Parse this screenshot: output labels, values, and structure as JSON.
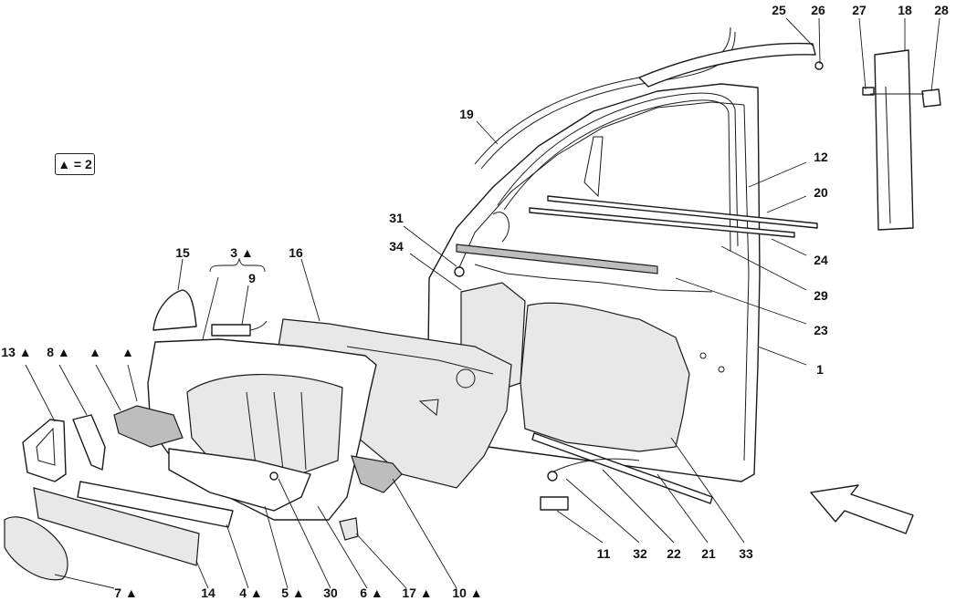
{
  "legend": {
    "text": "▲ = 2"
  },
  "callouts": [
    {
      "id": "c25",
      "text": "25"
    },
    {
      "id": "c26",
      "text": "26"
    },
    {
      "id": "c27",
      "text": "27"
    },
    {
      "id": "c18",
      "text": "18"
    },
    {
      "id": "c28",
      "text": "28"
    },
    {
      "id": "c19",
      "text": "19"
    },
    {
      "id": "c12",
      "text": "12"
    },
    {
      "id": "c20",
      "text": "20"
    },
    {
      "id": "c24",
      "text": "24"
    },
    {
      "id": "c31",
      "text": "31"
    },
    {
      "id": "c34",
      "text": "34"
    },
    {
      "id": "c29",
      "text": "29"
    },
    {
      "id": "c23",
      "text": "23"
    },
    {
      "id": "c1",
      "text": "1"
    },
    {
      "id": "c15",
      "text": "15"
    },
    {
      "id": "c3",
      "text": "3 ▲"
    },
    {
      "id": "c9",
      "text": "9"
    },
    {
      "id": "c16",
      "text": "16"
    },
    {
      "id": "c13",
      "text": "13 ▲"
    },
    {
      "id": "c8",
      "text": "8 ▲"
    },
    {
      "id": "ctri1",
      "text": "▲"
    },
    {
      "id": "ctri2",
      "text": "▲"
    },
    {
      "id": "c11",
      "text": "11"
    },
    {
      "id": "c32",
      "text": "32"
    },
    {
      "id": "c22",
      "text": "22"
    },
    {
      "id": "c21",
      "text": "21"
    },
    {
      "id": "c33",
      "text": "33"
    },
    {
      "id": "c7",
      "text": "7 ▲"
    },
    {
      "id": "c14",
      "text": "14"
    },
    {
      "id": "c4",
      "text": "4 ▲"
    },
    {
      "id": "c5",
      "text": "5 ▲"
    },
    {
      "id": "c30",
      "text": "30"
    },
    {
      "id": "c6",
      "text": "6 ▲"
    },
    {
      "id": "c17",
      "text": "17 ▲"
    },
    {
      "id": "c10",
      "text": "10 ▲"
    }
  ],
  "icons": {
    "direction_arrow": "front-direction-arrow-icon"
  }
}
